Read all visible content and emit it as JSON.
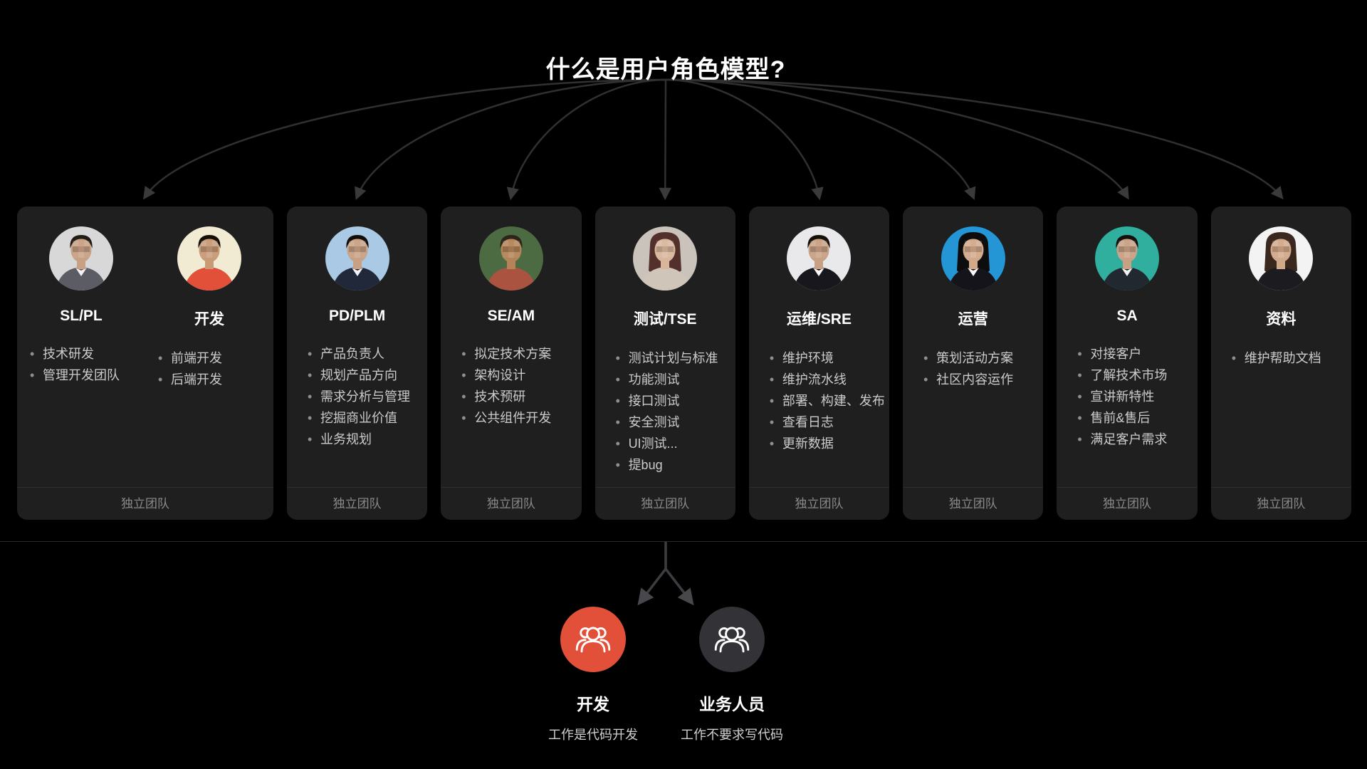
{
  "title": "什么是用户角色模型?",
  "colors": {
    "background": "#000000",
    "card_bg": "#1f1f1f",
    "fan_arrow": "#303030",
    "stem_arrow": "#3d3d41",
    "divider": "#2a2a2a",
    "footer_text": "#8b8b8b",
    "duty_text": "#cbcbcb",
    "dev_circle": "#e2503a",
    "biz_circle": "#323237"
  },
  "cards": [
    {
      "footer": "独立团队",
      "personas": [
        {
          "name": "SL/PL",
          "duties": [
            "技术研发",
            "管理开发团队"
          ],
          "avatar": {
            "bg": "#d8d8d8",
            "top": "#5c5c64",
            "collar": "#f1f1f1",
            "skin": "#c8a084",
            "hair": "#221c16",
            "long_hair": false
          }
        },
        {
          "name": "开发",
          "duties": [
            "前端开发",
            "后端开发"
          ],
          "avatar": {
            "bg": "#f1ebd4",
            "top": "#e2503a",
            "collar": null,
            "skin": "#c89a76",
            "hair": "#151007",
            "long_hair": false
          }
        }
      ]
    },
    {
      "footer": "独立团队",
      "personas": [
        {
          "name": "PD/PLM",
          "duties": [
            "产品负责人",
            "规划产品方向",
            "需求分析与管理",
            "挖掘商业价值",
            "业务规划"
          ],
          "avatar": {
            "bg": "#a9c9e4",
            "top": "#20283a",
            "collar": "#f3f3f3",
            "skin": "#c8a084",
            "hair": "#120d08",
            "long_hair": false
          }
        }
      ]
    },
    {
      "footer": "独立团队",
      "personas": [
        {
          "name": "SE/AM",
          "duties": [
            "拟定技术方案",
            "架构设计",
            "技术预研",
            "公共组件开发"
          ],
          "avatar": {
            "bg": "#4c6b42",
            "top": "#aa5340",
            "collar": null,
            "skin": "#b28458",
            "hair": "#2e251a",
            "long_hair": false
          }
        }
      ]
    },
    {
      "footer": "独立团队",
      "personas": [
        {
          "name": "测试/TSE",
          "duties": [
            "测试计划与标准",
            "功能测试",
            "接口测试",
            "安全测试",
            "UI测试...",
            "提bug"
          ],
          "avatar": {
            "bg": "#cac3bb",
            "top": "#cfc5b9",
            "collar": null,
            "skin": "#d8b69c",
            "hair": "#53302b",
            "long_hair": true
          }
        }
      ]
    },
    {
      "footer": "独立团队",
      "personas": [
        {
          "name": "运维/SRE",
          "duties": [
            "维护环境",
            "维护流水线",
            "部署、构建、发布",
            "查看日志",
            "更新数据"
          ],
          "avatar": {
            "bg": "#e9e9ec",
            "top": "#17171d",
            "collar": "#fafafa",
            "skin": "#c8a084",
            "hair": "#16100a",
            "long_hair": false
          }
        }
      ]
    },
    {
      "footer": "独立团队",
      "personas": [
        {
          "name": "运营",
          "duties": [
            "策划活动方案",
            "社区内容运作"
          ],
          "avatar": {
            "bg": "#2496d6",
            "top": "#14141a",
            "collar": "#f6f6f8",
            "skin": "#d2a88a",
            "hair": "#0d0d0d",
            "long_hair": true
          }
        }
      ]
    },
    {
      "footer": "独立团队",
      "personas": [
        {
          "name": "SA",
          "duties": [
            "对接客户",
            "了解技术市场",
            "宣讲新特性",
            "售前&售后",
            "满足客户需求"
          ],
          "avatar": {
            "bg": "#30ae9e",
            "top": "#222830",
            "collar": "#f2f2f2",
            "skin": "#c8a084",
            "hair": "#14100c",
            "long_hair": false
          }
        }
      ]
    },
    {
      "footer": "独立团队",
      "personas": [
        {
          "name": "资料",
          "duties": [
            "维护帮助文档"
          ],
          "avatar": {
            "bg": "#f3f3f3",
            "top": "#1b1b20",
            "collar": null,
            "skin": "#d2a88a",
            "hair": "#3a281f",
            "long_hair": true
          }
        }
      ]
    }
  ],
  "bottom": {
    "groups": [
      {
        "label": "开发",
        "caption": "工作是代码开发",
        "circle_color": "#e2503a",
        "icon": "team-icon"
      },
      {
        "label": "业务人员",
        "caption": "工作不要求写代码",
        "circle_color": "#323237",
        "icon": "team-icon"
      }
    ]
  }
}
